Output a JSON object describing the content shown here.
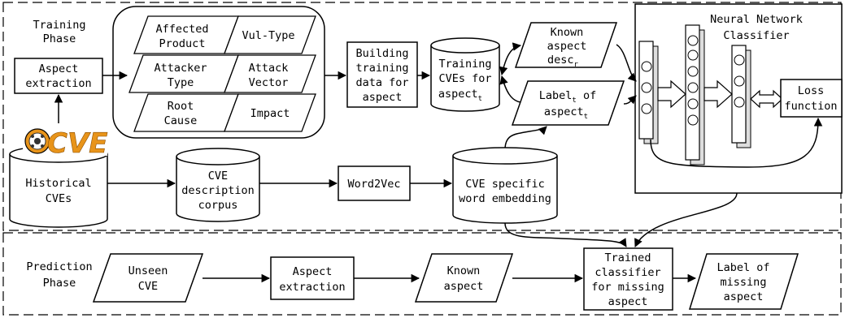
{
  "training_phase": {
    "line1": "Training",
    "line2": "Phase"
  },
  "prediction_phase": {
    "line1": "Prediction",
    "line2": "Phase"
  },
  "aspect_extraction_training": {
    "line1": "Aspect",
    "line2": "extraction"
  },
  "aspects": [
    {
      "line1": "Affected",
      "line2": "Product"
    },
    {
      "line1": "Vul-Type",
      "line2": ""
    },
    {
      "line1": "Attacker",
      "line2": "Type"
    },
    {
      "line1": "Attack",
      "line2": "Vector"
    },
    {
      "line1": "Root",
      "line2": "Cause"
    },
    {
      "line1": "Impact",
      "line2": ""
    }
  ],
  "logo": {
    "text": "CVE",
    "color": "#e8941a"
  },
  "historical_cves": {
    "line1": "Historical",
    "line2": "CVEs"
  },
  "cve_corpus": {
    "line1": "CVE",
    "line2": "description",
    "line3": "corpus"
  },
  "word2vec": {
    "label": "Word2Vec"
  },
  "word_embedding": {
    "line1": "CVE specific",
    "line2": "word embedding"
  },
  "building_training": {
    "line1": "Building",
    "line2": "training",
    "line3": "data for",
    "line4": "aspect"
  },
  "training_cves": {
    "line1": "Training",
    "line2": "CVEs for",
    "line3": "aspect",
    "sub": "t"
  },
  "known_aspect_desc": {
    "line1": "Known",
    "line2": "aspect",
    "line3": "desc",
    "sub": "r"
  },
  "label_aspect": {
    "line1": "Label",
    "line1_sub": "t",
    "line1_rest": " of",
    "line2": "aspect",
    "line2_sub": "t"
  },
  "nn_classifier": {
    "line1": "Neural Network",
    "line2": "Classifier"
  },
  "loss_function": {
    "line1": "Loss",
    "line2": "function"
  },
  "unseen_cve": {
    "line1": "Unseen",
    "line2": "CVE"
  },
  "aspect_extraction_prediction": {
    "line1": "Aspect",
    "line2": "extraction"
  },
  "known_aspect": {
    "line1": "Known",
    "line2": "aspect"
  },
  "trained_classifier": {
    "line1": "Trained",
    "line2": "classifier",
    "line3": "for missing",
    "line4": "aspect"
  },
  "label_missing": {
    "line1": "Label of",
    "line2": "missing",
    "line3": "aspect"
  }
}
